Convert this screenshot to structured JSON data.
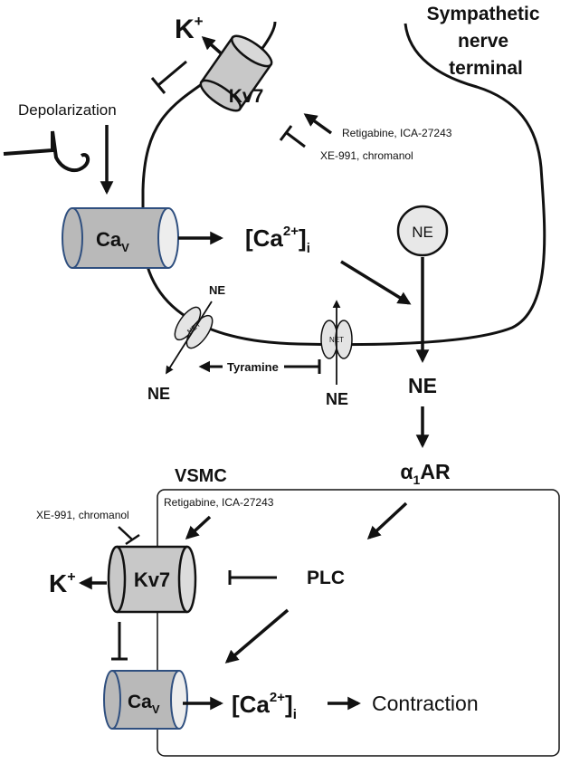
{
  "terminal": {
    "title_line1": "Sympathetic",
    "title_line2": "nerve",
    "title_line3": "terminal",
    "k_label": "K",
    "k_sup": "+",
    "kv7_label": "Kv7",
    "openers": "Retigabine, ICA-27243",
    "blockers": "XE-991, chromanol",
    "depolarization": "Depolarization",
    "cav_label": "Ca",
    "cav_sub": "V",
    "ca_label": "[Ca",
    "ca_sup": "2+",
    "ca_close": "]",
    "ca_sub": "i",
    "ne_vesicle": "NE",
    "net_label": "NET",
    "ne_left_top": "NE",
    "ne_left_bottom": "NE",
    "tyramine": "Tyramine",
    "ne_right_bottom": "NE",
    "ne_released": "NE"
  },
  "vsmc": {
    "title": "VSMC",
    "receptor_alpha": "α",
    "receptor_sub": "1",
    "receptor_ar": "AR",
    "openers": "Retigabine, ICA-27243",
    "blockers": "XE-991, chromanol",
    "k_label": "K",
    "k_sup": "+",
    "kv7_label": "Kv7",
    "plc": "PLC",
    "cav_label": "Ca",
    "cav_sub": "V",
    "ca_label": "[Ca",
    "ca_sup": "2+",
    "ca_close": "]",
    "ca_sub": "i",
    "contraction": "Contraction"
  },
  "colors": {
    "stroke": "#111111",
    "channel_fill": "#c8c8c8",
    "cav_fill": "#b9b9b9",
    "cav_edge": "#2f4f7f",
    "vesicle_fill": "#e8e8e8",
    "net_fill": "#e4e4e4"
  }
}
